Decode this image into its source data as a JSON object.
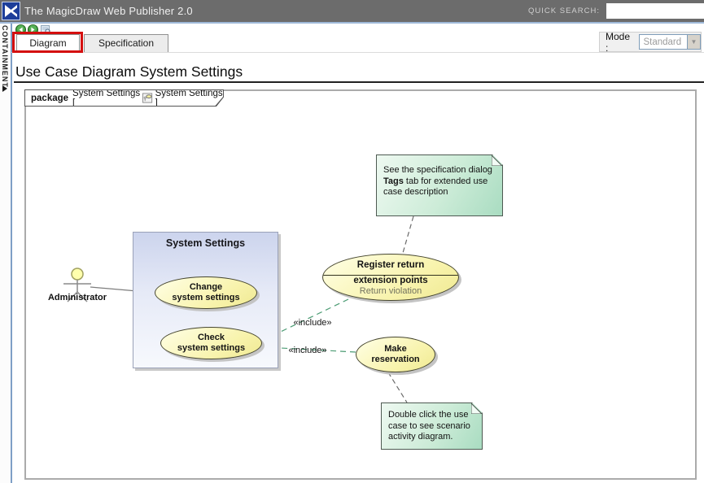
{
  "window": {
    "title": "The MagicDraw Web Publisher 2.0",
    "logo_icon": "magicdraw-logo"
  },
  "quick_search": {
    "label": "QUICK SEARCH:",
    "value": ""
  },
  "containment_panel": {
    "label": "CONTAINMENT",
    "expand_icon": "right-triangle"
  },
  "toolbar": {
    "back_icon": "green-circle-back-arrow",
    "forward_icon": "green-circle-forward-arrow",
    "find_icon": "find-in-diagram"
  },
  "tabs": {
    "diagram": "Diagram",
    "specification": "Specification",
    "active": "Diagram"
  },
  "mode": {
    "label": "Mode :",
    "value": "Standard",
    "disabled": true
  },
  "page": {
    "title": "Use Case Diagram System Settings"
  },
  "frame": {
    "keyword": "package",
    "name_left": "System Settings [",
    "name_right": "System Settings ]",
    "icon": "use-case-diagram-icon"
  },
  "diagram": {
    "actor": {
      "label": "Administrator"
    },
    "system_boundary": {
      "title": "System Settings"
    },
    "use_cases": {
      "change": {
        "line1": "Change",
        "line2": "system settings"
      },
      "check": {
        "line1": "Check",
        "line2": "system settings"
      },
      "make": {
        "line1": "Make",
        "line2": "reservation"
      },
      "register": {
        "title": "Register return",
        "compartment_label": "extension points",
        "extension_point": "Return violation"
      }
    },
    "relations": {
      "include_label": "«include»"
    },
    "notes": {
      "top": {
        "line1": "See the specification dialog",
        "line2_bold": "Tags",
        "line2_rest": " tab for extended use",
        "line3": "case description"
      },
      "bottom": {
        "line1": "Double click the use",
        "line2": "case to see scenario",
        "line3": "activity diagram."
      }
    }
  },
  "colors": {
    "titlebar": "#6c6c6c",
    "header_underline_blue": "#9fb9d9",
    "tab_highlight_red": "#d40e0e",
    "use_case_yellow": "#f8f3ac",
    "note_green": "#a9dcc1",
    "boundary_lavender": "#ccd4ed",
    "include_green": "#4c9c74",
    "frame_border_gray": "#ababab"
  }
}
